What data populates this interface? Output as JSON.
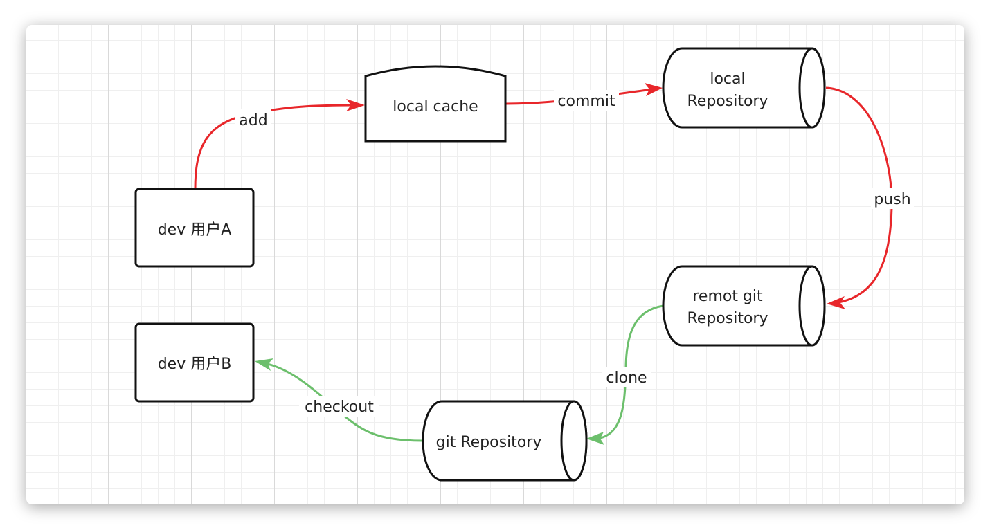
{
  "diagram": {
    "nodes": {
      "dev_a": "dev 用户A",
      "dev_b": "dev 用户B",
      "local_cache": "local cache",
      "local_repo": [
        "local",
        "Repository"
      ],
      "remote_repo": [
        "remot git",
        "Repository"
      ],
      "git_repo": "git Repository"
    },
    "edges": {
      "add": "add",
      "commit": "commit",
      "push": "push",
      "clone": "clone",
      "checkout": "checkout"
    },
    "colors": {
      "red_edge": "#e8262a",
      "green_edge": "#6cbf6c",
      "node_stroke": "#111111"
    }
  }
}
